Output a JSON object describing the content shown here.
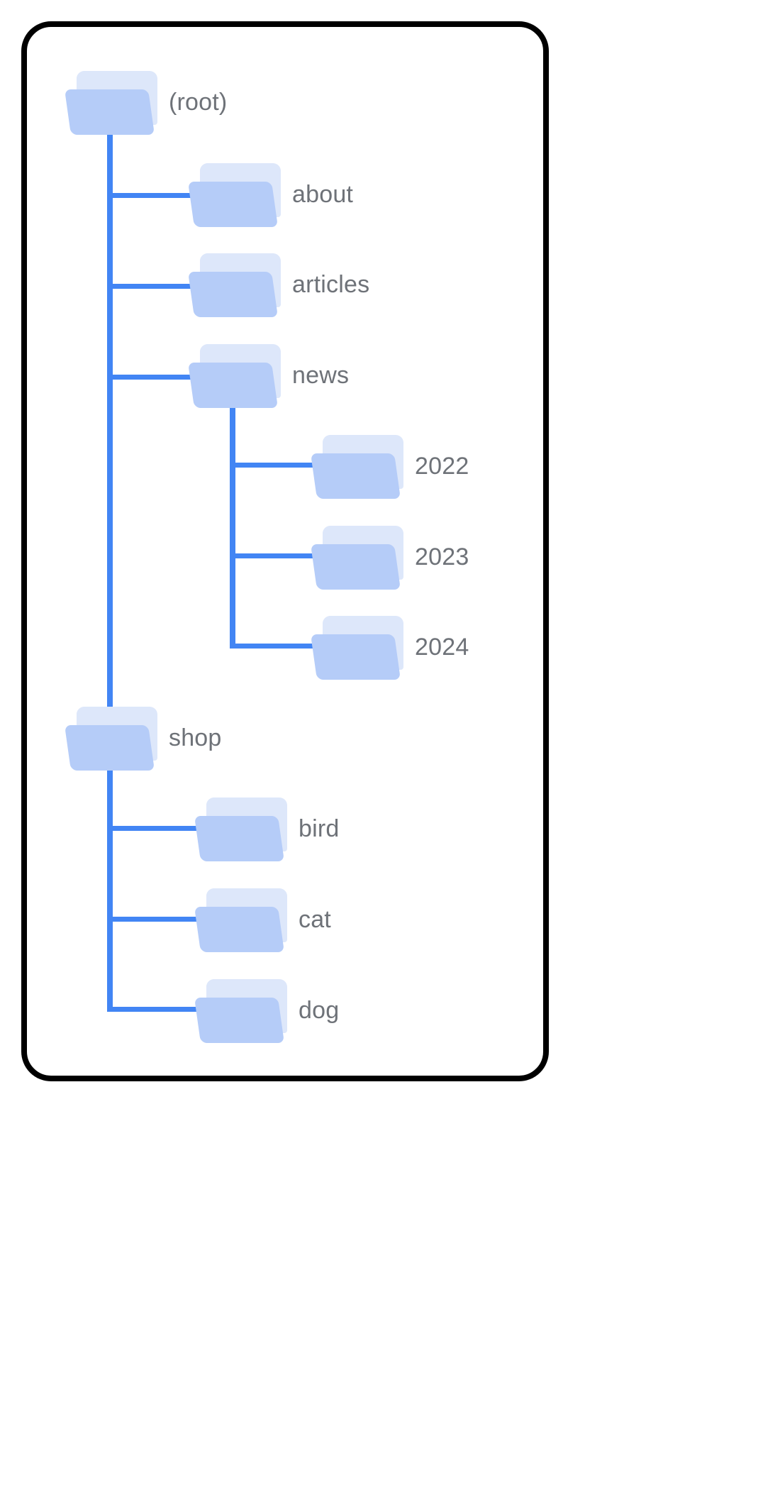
{
  "diagram": {
    "title": "folder-tree",
    "colors": {
      "card_border": "#000000",
      "card_background": "#ffffff",
      "edge": "#4285f4",
      "folder_back": "#dde7fa",
      "folder_front": "#b5ccf8",
      "label_text": "#6e7278"
    },
    "root": {
      "label": "(root)"
    },
    "nodes": [
      {
        "id": "root",
        "label": "(root)",
        "depth": 0,
        "parent": null
      },
      {
        "id": "about",
        "label": "about",
        "depth": 1,
        "parent": "root"
      },
      {
        "id": "articles",
        "label": "articles",
        "depth": 1,
        "parent": "root"
      },
      {
        "id": "news",
        "label": "news",
        "depth": 1,
        "parent": "root"
      },
      {
        "id": "y2022",
        "label": "2022",
        "depth": 2,
        "parent": "news"
      },
      {
        "id": "y2023",
        "label": "2023",
        "depth": 2,
        "parent": "news"
      },
      {
        "id": "y2024",
        "label": "2024",
        "depth": 2,
        "parent": "news"
      },
      {
        "id": "shop",
        "label": "shop",
        "depth": 1,
        "parent": "root"
      },
      {
        "id": "bird",
        "label": "bird",
        "depth": 2,
        "parent": "shop"
      },
      {
        "id": "cat",
        "label": "cat",
        "depth": 2,
        "parent": "shop"
      },
      {
        "id": "dog",
        "label": "dog",
        "depth": 2,
        "parent": "shop"
      }
    ]
  }
}
